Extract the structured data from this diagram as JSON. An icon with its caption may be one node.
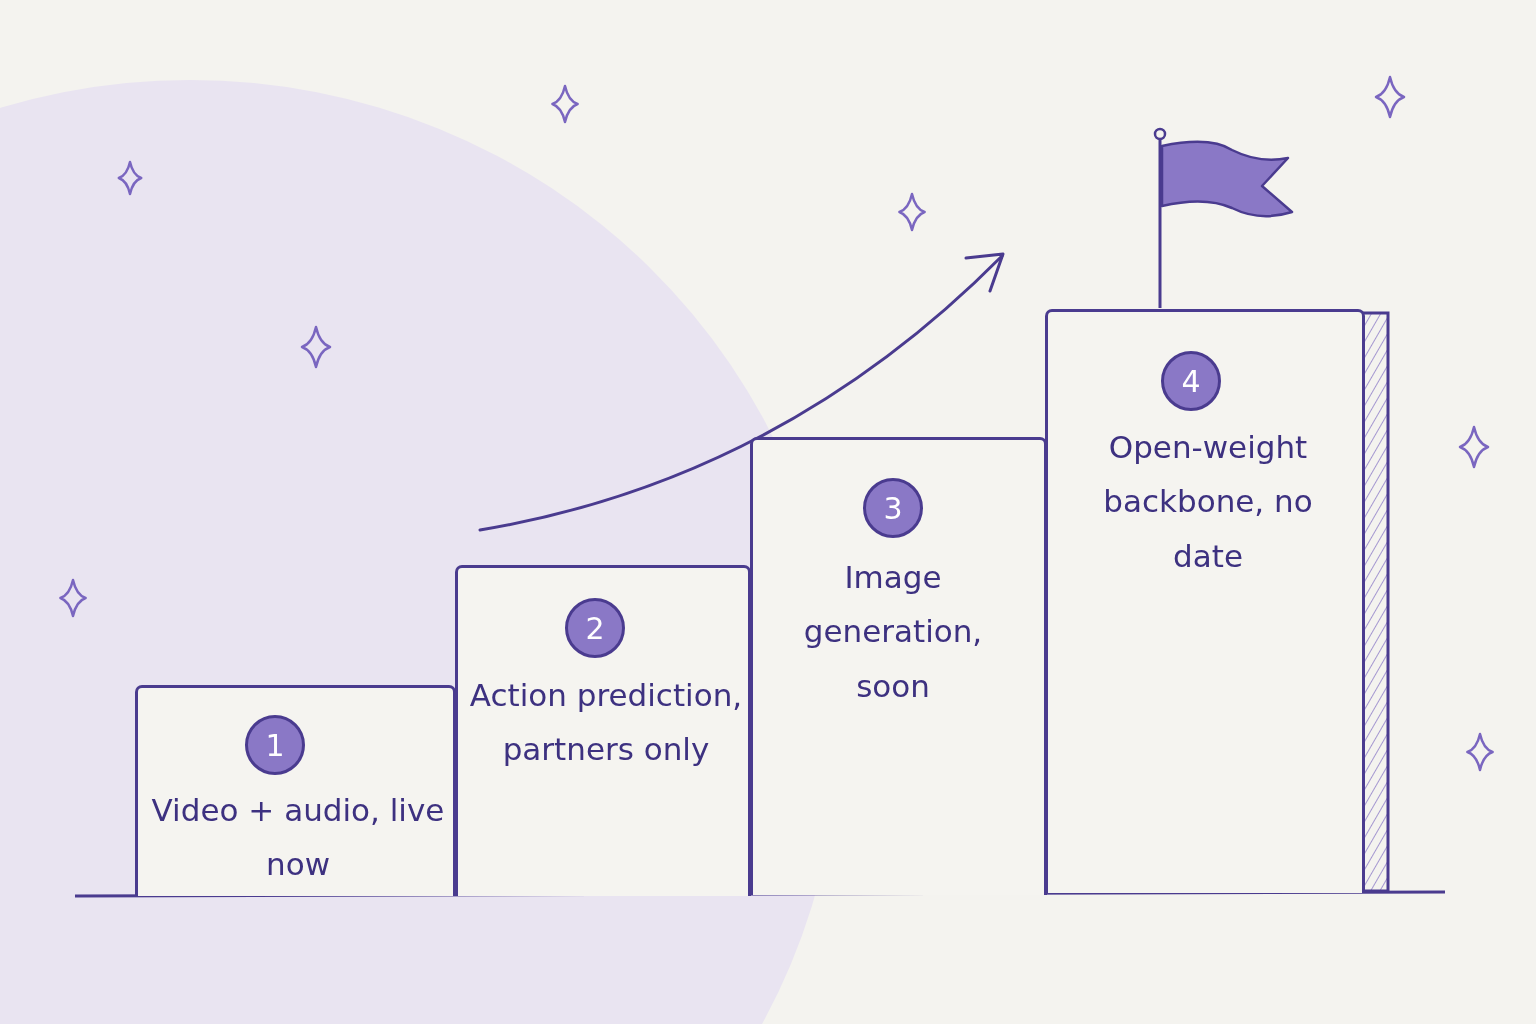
{
  "diagram": {
    "nodes": [
      {
        "text": [
          "Video + audio, live now"
        ]
      },
      {
        "text": [
          "1"
        ],
        "in": 0
      },
      {
        "text": [
          "Action prediction, partners only"
        ]
      },
      {
        "text": [
          "2"
        ],
        "in": 2
      },
      {
        "text": [
          "Image generation, soon"
        ]
      },
      {
        "text": [
          "3"
        ],
        "in": 4
      },
      {
        "text": [
          "Open-weight backbone, no date"
        ]
      },
      {
        "text": [
          "4"
        ],
        "in": 6
      }
    ]
  }
}
